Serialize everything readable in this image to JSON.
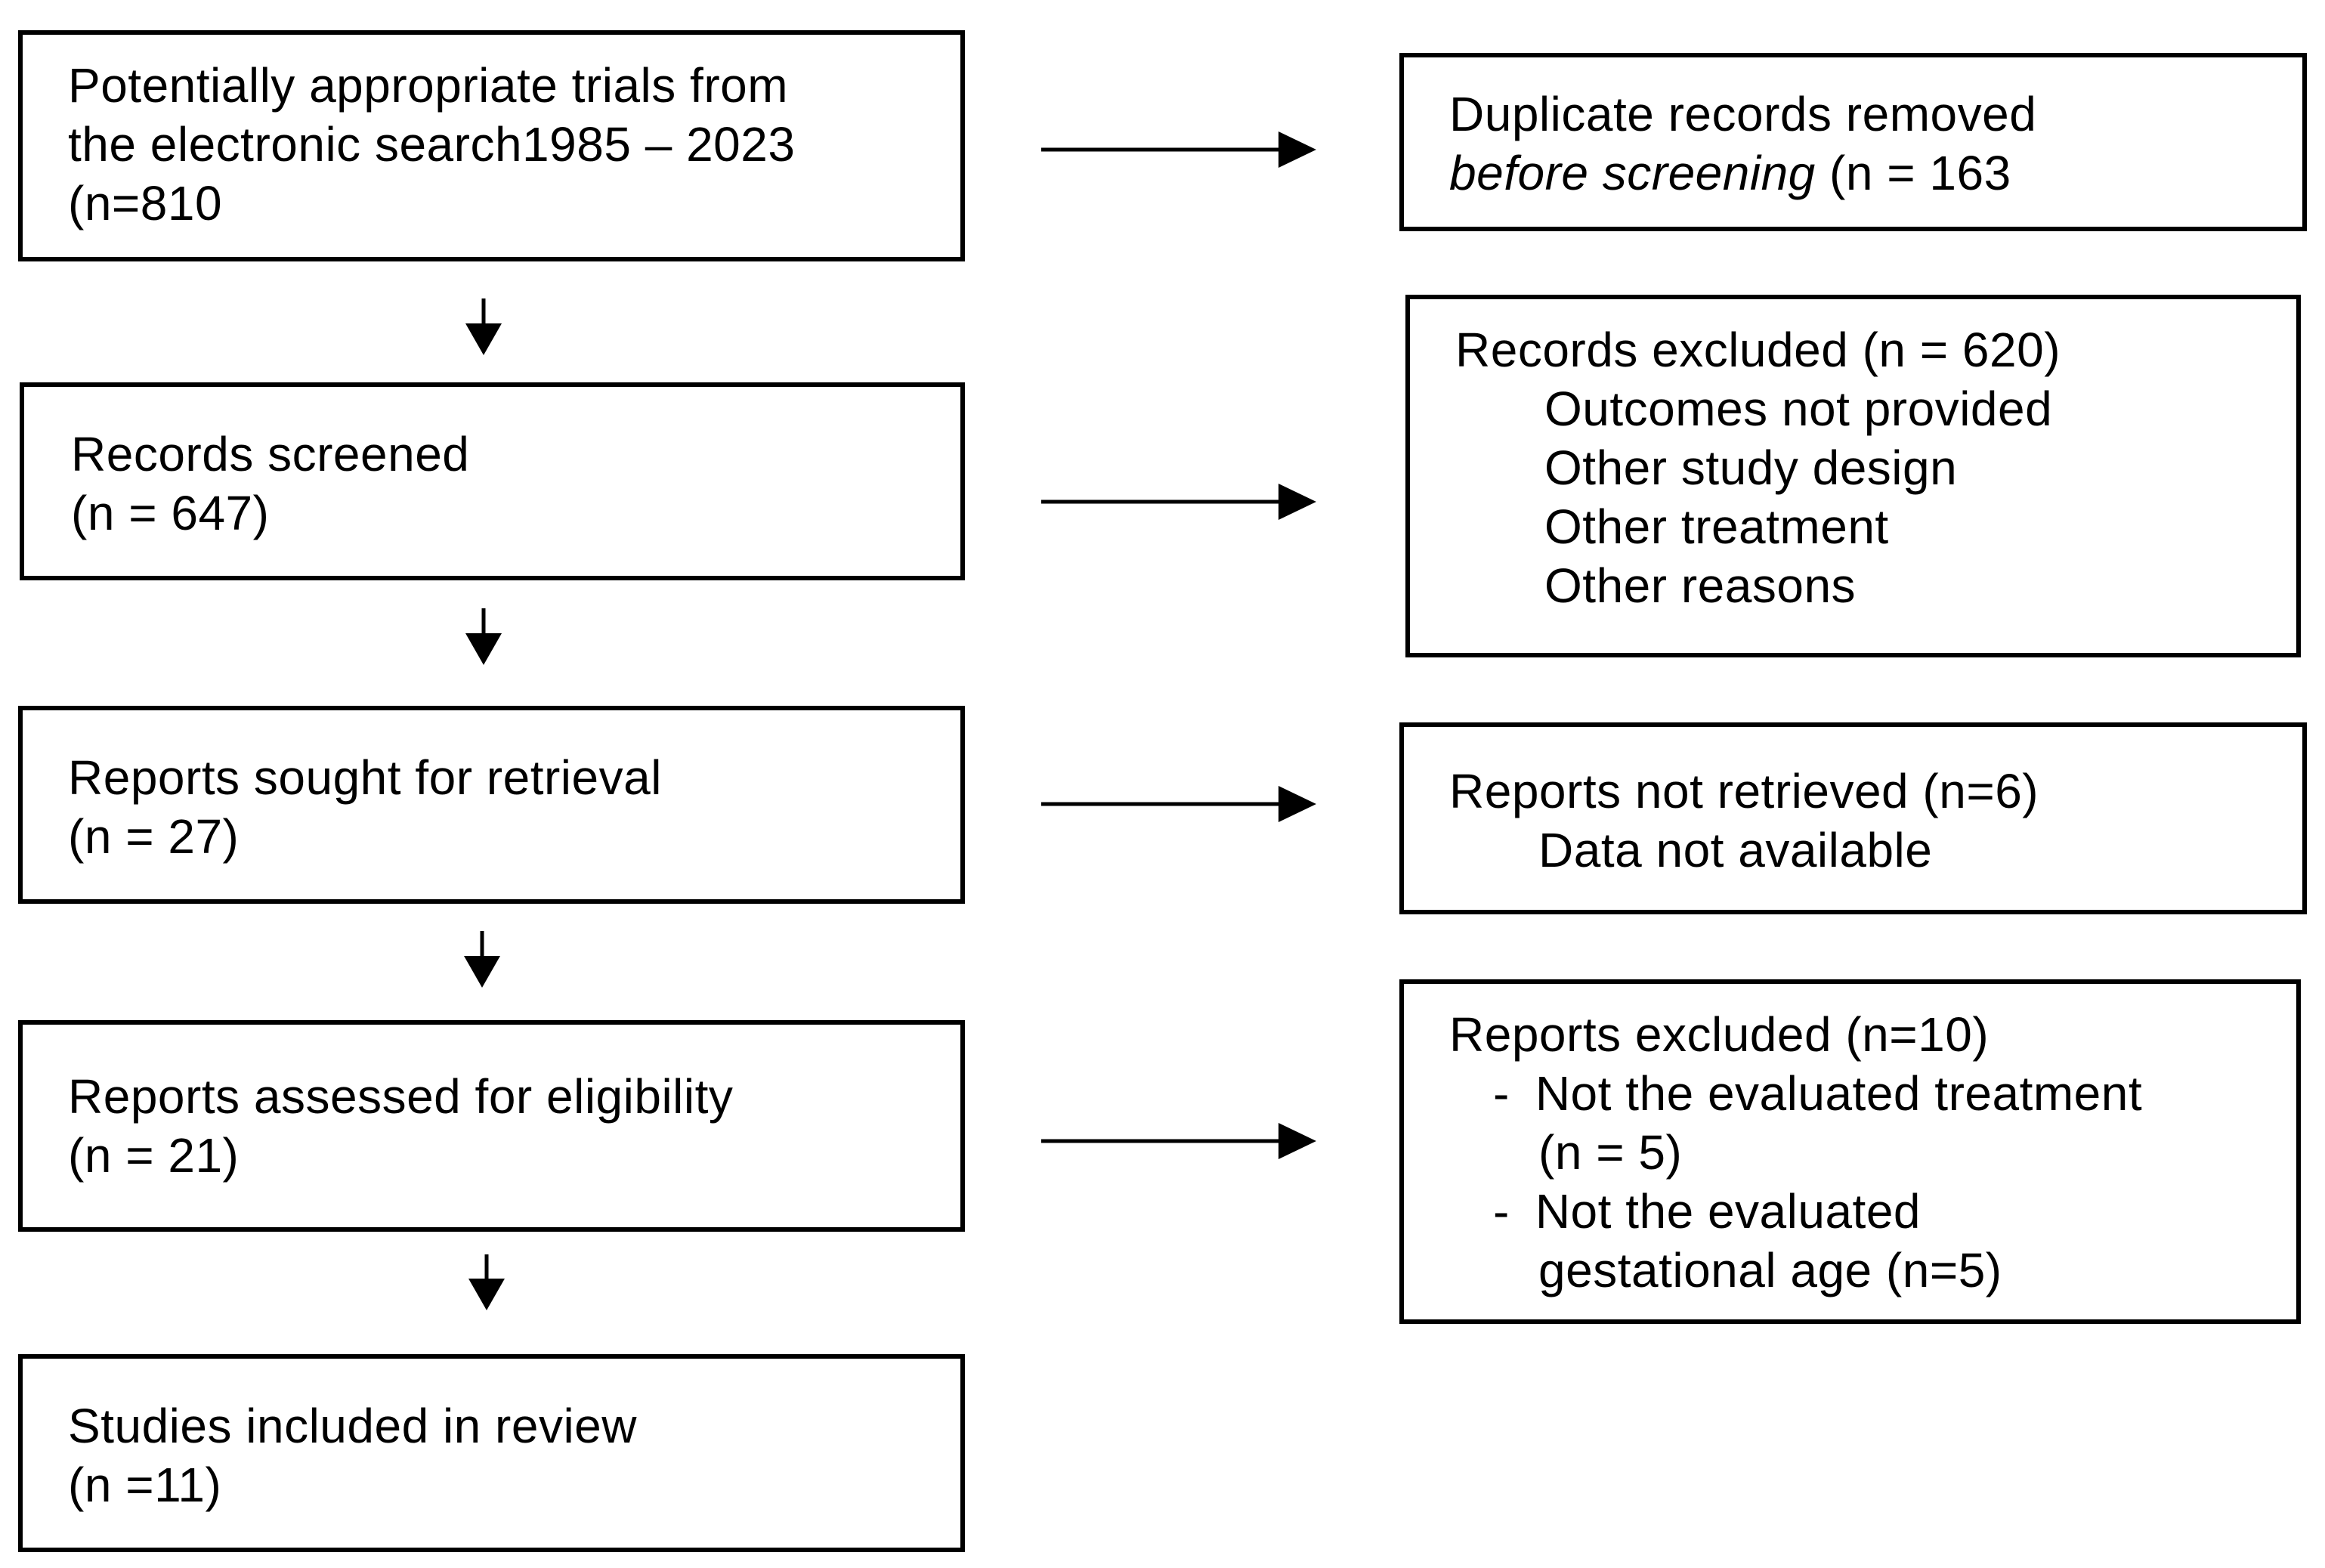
{
  "left_boxes": [
    {
      "lines": [
        "Potentially appropriate trials from",
        "the electronic search1985 – 2023",
        "(n=810"
      ]
    },
    {
      "lines": [
        "Records screened",
        "(n = 647)"
      ]
    },
    {
      "lines": [
        "Reports sought for retrieval",
        "(n = 27)"
      ]
    },
    {
      "lines": [
        "Reports assessed for eligibility",
        "(n = 21)"
      ]
    },
    {
      "lines": [
        "Studies included in review",
        "(n =11)"
      ]
    }
  ],
  "right_boxes": {
    "duplicates": {
      "line1": "Duplicate records removed",
      "line2_italic": "before screening",
      "line2_rest": " (n = 163"
    },
    "records_excluded": {
      "title": "Records excluded (n = 620)",
      "items": [
        "Outcomes not provided",
        "Other study design",
        "Other treatment",
        "Other reasons"
      ]
    },
    "not_retrieved": {
      "title": "Reports not retrieved (n=6)",
      "items": [
        "Data not available"
      ]
    },
    "reports_excluded": {
      "title": "Reports excluded (n=10)",
      "dash": "-",
      "item1_line1": "Not the evaluated treatment",
      "item1_line2": "(n = 5)",
      "item2_line1": "Not the evaluated",
      "item2_line2": "gestational age (n=5)"
    }
  }
}
